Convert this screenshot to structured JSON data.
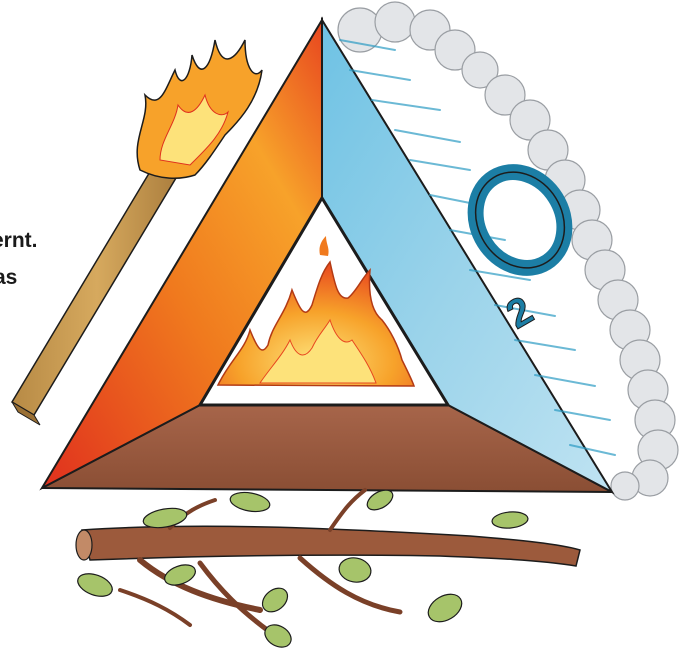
{
  "partial_text": {
    "line1": "ernt.",
    "line2": "as"
  },
  "labels": {
    "oxygen_symbol": "O",
    "oxygen_subscript": "2"
  },
  "colors": {
    "heat_orange": "#f07a1e",
    "heat_red": "#e0301e",
    "heat_yellow": "#f7b733",
    "oxygen_blue": "#8ccbe6",
    "oxygen_dark": "#2d9cc4",
    "fuel_brown": "#9c5a3c",
    "smoke_gray": "#d7d9dc",
    "match_wood": "#c79b52",
    "leaf_green": "#a6c46a",
    "outline": "#1c1c1c"
  },
  "icons": {
    "match": "burning-match-icon",
    "triangle": "fire-triangle-icon",
    "flame": "flame-icon",
    "smoke": "smoke-cloud-icon",
    "branch": "branch-icon"
  }
}
